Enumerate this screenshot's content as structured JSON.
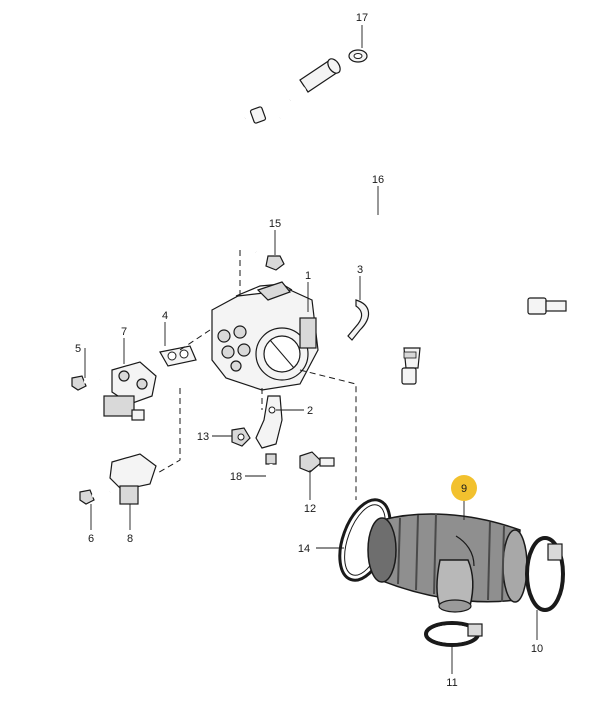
{
  "diagram": {
    "accent_color": "#f2c12e",
    "line_color": "#1a1a1a",
    "highlighted_part": "9",
    "callouts": [
      "1",
      "2",
      "3",
      "4",
      "5",
      "6",
      "7",
      "8",
      "9",
      "10",
      "11",
      "12",
      "13",
      "14",
      "15",
      "16",
      "17",
      "18"
    ]
  }
}
